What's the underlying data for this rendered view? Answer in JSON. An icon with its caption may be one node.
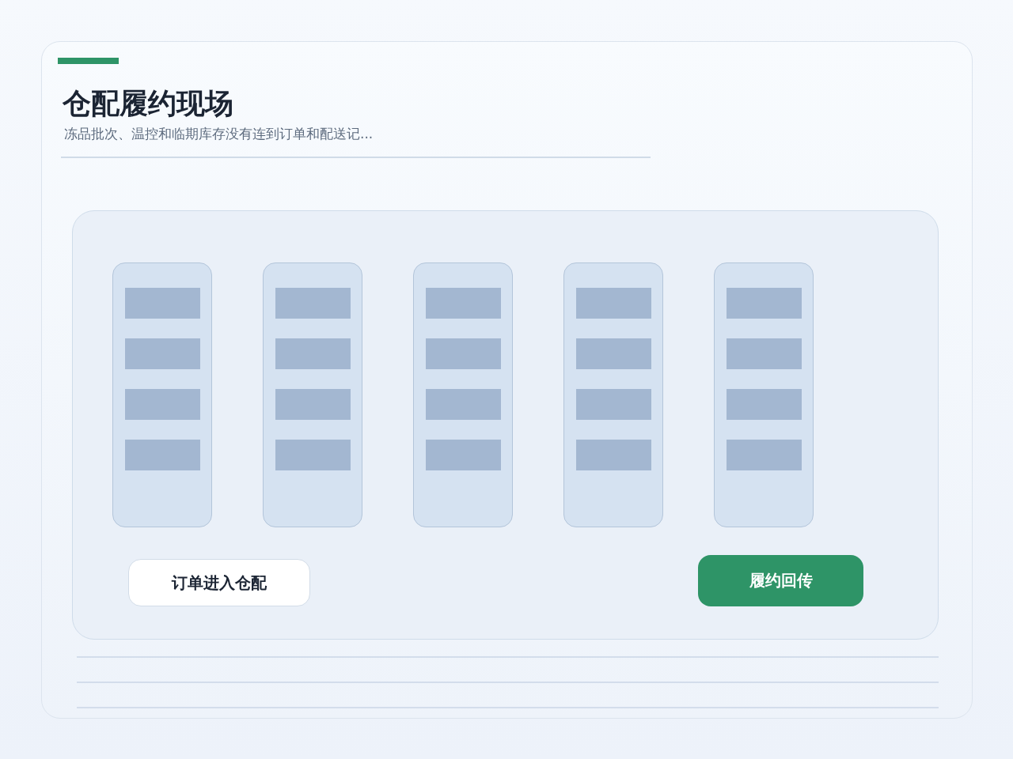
{
  "diagram": {
    "title": "仓配履约现场",
    "nodes": [
      {
        "text": [],
        "shape": "box"
      },
      {
        "text": [],
        "shape": "shelf",
        "in": 0
      },
      {
        "text": [],
        "shape": "shelf",
        "in": 0
      },
      {
        "text": [],
        "shape": "shelf",
        "in": 0
      },
      {
        "text": [],
        "shape": "shelf",
        "in": 0
      },
      {
        "text": [],
        "shape": "shelf",
        "in": 0
      },
      {
        "text": [
          "订单进入仓配"
        ],
        "in": 0
      },
      {
        "text": [
          "履约回传"
        ],
        "in": 0
      }
    ],
    "labels": [
      "冻品批次、温控和临期库存没有连到订单和配送记..."
    ]
  }
}
